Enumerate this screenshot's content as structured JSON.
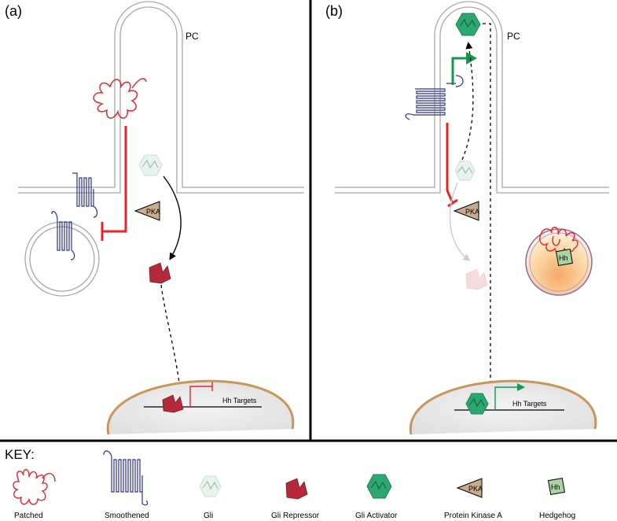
{
  "panels": [
    {
      "label": "(a)",
      "cilium_label": "PC",
      "pka_label": "PKA",
      "targets_label": "Hh Targets"
    },
    {
      "label": "(b)",
      "cilium_label": "PC",
      "pka_label": "PKA",
      "targets_label": "Hh Targets",
      "hh_label": "Hh"
    }
  ],
  "key": {
    "title": "KEY:",
    "items": [
      {
        "label": "Patched",
        "icon": "patched-icon"
      },
      {
        "label": "Smoothened",
        "icon": "smoothened-icon"
      },
      {
        "label": "Gli",
        "icon": "gli-icon"
      },
      {
        "label": "Gli Repressor",
        "icon": "gli-repressor-icon"
      },
      {
        "label": "Gli Activator",
        "icon": "gli-activator-icon"
      },
      {
        "label": "Protein Kinase A",
        "icon": "pka-icon",
        "glyph": "PKA"
      },
      {
        "label": "Hedgehog",
        "icon": "hedgehog-icon",
        "glyph": "Hh"
      }
    ]
  },
  "colors": {
    "patched": "#e8242a",
    "smoothened": "#2e3192",
    "gli_fill": "#e8f3ee",
    "gli_repressor": "#b5293b",
    "gli_activator": "#2aa870",
    "pka_fill": "#c9ac8c",
    "hedgehog_fill": "#a7d4a0",
    "nucleus_stroke": "#c8965a",
    "membrane": "#a8a8a8"
  }
}
